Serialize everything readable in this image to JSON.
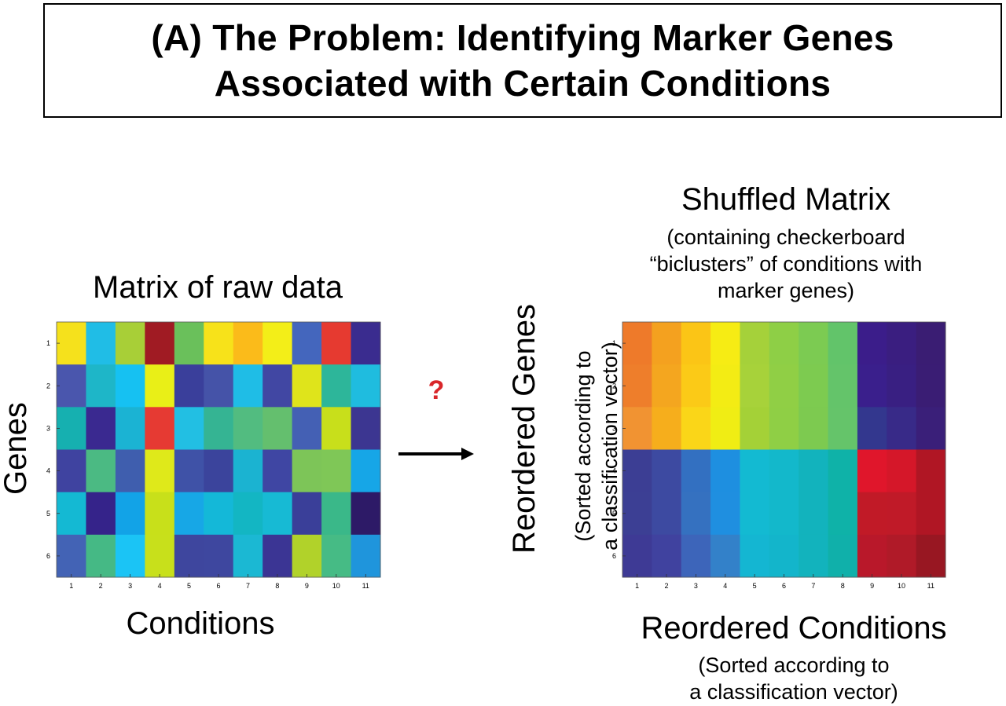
{
  "title": {
    "line1": "(A) The Problem: Identifying Marker Genes",
    "line2": "Associated with Certain Conditions"
  },
  "left_panel": {
    "title": "Matrix of raw data",
    "ylabel": "Genes",
    "xlabel": "Conditions"
  },
  "connector": {
    "question_mark": "?",
    "arrow_icon": "right-arrow-icon"
  },
  "right_panel": {
    "title": "Shuffled Matrix",
    "subtitle_lines": [
      "(containing checkerboard",
      "“biclusters” of conditions with",
      "marker genes)"
    ],
    "ylabel": "Reordered Genes",
    "ylabel_sub_lines": [
      "(Sorted according to",
      "a classification vector)"
    ],
    "xlabel": "Reordered Conditions",
    "xlabel_sub_lines": [
      "(Sorted according to",
      "a classification vector)"
    ]
  },
  "chart_data": [
    {
      "type": "heatmap",
      "title": "Matrix of raw data",
      "xlabel": "Conditions",
      "ylabel": "Genes",
      "x_ticks": [
        1,
        2,
        3,
        4,
        5,
        6,
        7,
        8,
        9,
        10,
        11
      ],
      "y_ticks": [
        1,
        2,
        3,
        4,
        5,
        6
      ],
      "colormap": "parula",
      "cell_colors": [
        [
          "#f5e11c",
          "#20bde6",
          "#a8cf37",
          "#a01b23",
          "#6ac05b",
          "#f7e21a",
          "#fbbb1a",
          "#f3ee18",
          "#4466bd",
          "#e63a30",
          "#3a2c8f"
        ],
        [
          "#4a56ad",
          "#1eb6c8",
          "#16c1f2",
          "#e9ef17",
          "#3a3f9b",
          "#4553a8",
          "#1fbde6",
          "#4147a3",
          "#dfe41b",
          "#2db69a",
          "#1fbcdf"
        ],
        [
          "#16b0b0",
          "#3a2990",
          "#1bb3d3",
          "#e63a33",
          "#22bfe3",
          "#35b493",
          "#52bc80",
          "#64bf6e",
          "#4460b4",
          "#c8df1b",
          "#3c3691"
        ],
        [
          "#3f43a0",
          "#4bba83",
          "#3f5eae",
          "#dfe91a",
          "#3f52a7",
          "#3b449c",
          "#1bb3d1",
          "#3f46a3",
          "#7dc558",
          "#7fc757",
          "#16a6e7"
        ],
        [
          "#14b9d3",
          "#35238a",
          "#12a3e7",
          "#c8e01a",
          "#17a7e6",
          "#14b8d8",
          "#13b6c3",
          "#17bad4",
          "#3a3f99",
          "#3ab889",
          "#2d1a67"
        ],
        [
          "#4363b5",
          "#45b985",
          "#1bc4f5",
          "#c8e01b",
          "#3e469e",
          "#3e479f",
          "#1bb8d3",
          "#3b3594",
          "#b1d22a",
          "#46bb85",
          "#1f95dc"
        ]
      ]
    },
    {
      "type": "heatmap",
      "title": "Shuffled Matrix",
      "xlabel": "Reordered Conditions",
      "ylabel": "Reordered Genes",
      "x_ticks": [
        1,
        2,
        3,
        4,
        5,
        6,
        7,
        8,
        9,
        10,
        11
      ],
      "y_ticks": [
        1,
        2,
        3,
        4,
        5,
        6
      ],
      "colormap": "parula",
      "cell_colors": [
        [
          "#ee7a2a",
          "#f4a11f",
          "#fbc516",
          "#f6ec14",
          "#a5d13a",
          "#8ecf46",
          "#7ccb52",
          "#62c46a",
          "#3b1d8a",
          "#3a1e80",
          "#3a1d73"
        ],
        [
          "#ee7e2b",
          "#f4a61f",
          "#fbca17",
          "#f3ec14",
          "#a7d23a",
          "#90cf45",
          "#7dcb50",
          "#64c46a",
          "#3a1f8c",
          "#391f82",
          "#3a1d74"
        ],
        [
          "#f19332",
          "#f6ae1c",
          "#fad618",
          "#f0ed14",
          "#a4d137",
          "#8fcf45",
          "#7dca50",
          "#65c46a",
          "#33378e",
          "#382a88",
          "#3a1f79"
        ],
        [
          "#3c3e94",
          "#3d4aa1",
          "#3370c1",
          "#1e8fe0",
          "#13bad2",
          "#13b8cb",
          "#12b3bd",
          "#0fb2a8",
          "#e0162b",
          "#d51729",
          "#b01624"
        ],
        [
          "#3c3f94",
          "#3d4aa1",
          "#3571c0",
          "#1f8fe0",
          "#13bad2",
          "#13b8cb",
          "#12b3bd",
          "#0fb2a8",
          "#c11a27",
          "#c01a28",
          "#b01624"
        ],
        [
          "#3e3a95",
          "#40429f",
          "#3d65ba",
          "#3381c9",
          "#14b6d2",
          "#13b5cb",
          "#12b3bd",
          "#10b0aa",
          "#b9182a",
          "#b01a28",
          "#981722"
        ]
      ]
    }
  ]
}
